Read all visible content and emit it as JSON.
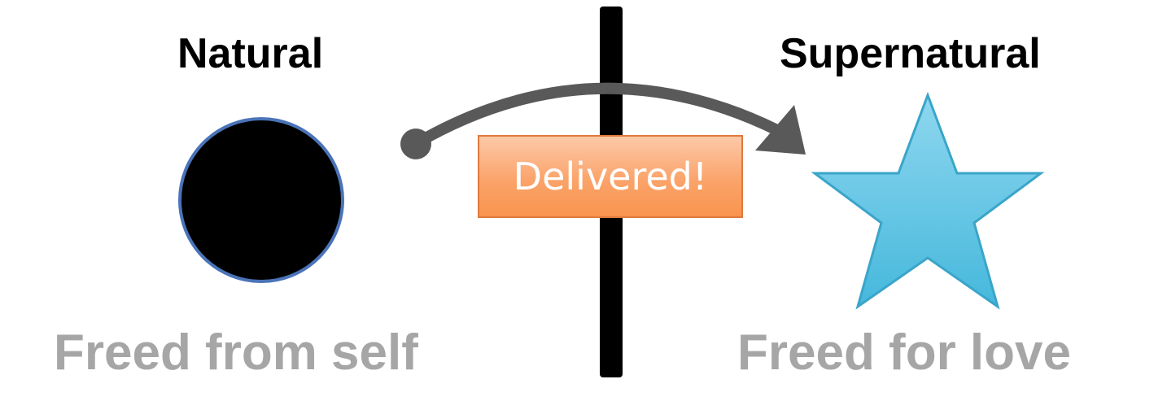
{
  "diagram": {
    "left_heading": "Natural",
    "right_heading": "Supernatural",
    "left_caption": "Freed from self",
    "right_caption": "Freed for love",
    "banner_label": "Delivered!"
  },
  "colors": {
    "heading": "#000000",
    "caption": "#a6a6a6",
    "divider": "#000000",
    "circle_fill": "#000000",
    "circle_stroke": "#4a73b8",
    "arrow": "#595959",
    "star_fill_top": "#8fd7ef",
    "star_fill_bottom": "#45b8dc",
    "star_stroke": "#3aa5c9",
    "banner_fill_top": "#fcc9a8",
    "banner_fill_bottom": "#f9944e",
    "banner_border": "#e07a3c",
    "banner_text": "#ffffff"
  },
  "icons": {
    "left_shape": "circle",
    "right_shape": "star",
    "connector": "curved-arrow"
  }
}
